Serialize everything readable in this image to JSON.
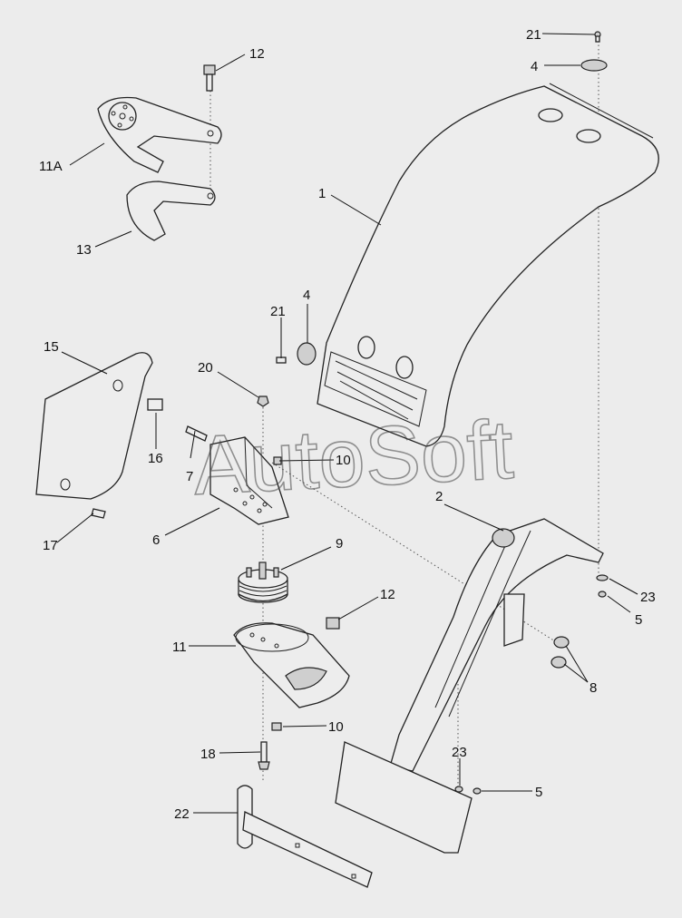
{
  "diagram": {
    "watermark": "AutoSoft",
    "callouts": [
      {
        "id": "c21a",
        "label": "21"
      },
      {
        "id": "c4a",
        "label": "4"
      },
      {
        "id": "c12a",
        "label": "12"
      },
      {
        "id": "c11A",
        "label": "11A"
      },
      {
        "id": "c1",
        "label": "1"
      },
      {
        "id": "c13",
        "label": "13"
      },
      {
        "id": "c21b",
        "label": "21"
      },
      {
        "id": "c4b",
        "label": "4"
      },
      {
        "id": "c15",
        "label": "15"
      },
      {
        "id": "c20",
        "label": "20"
      },
      {
        "id": "c16",
        "label": "16"
      },
      {
        "id": "c7",
        "label": "7"
      },
      {
        "id": "c10a",
        "label": "10"
      },
      {
        "id": "c2",
        "label": "2"
      },
      {
        "id": "c6",
        "label": "6"
      },
      {
        "id": "c17",
        "label": "17"
      },
      {
        "id": "c9",
        "label": "9"
      },
      {
        "id": "c23a",
        "label": "23"
      },
      {
        "id": "c5a",
        "label": "5"
      },
      {
        "id": "c12b",
        "label": "12"
      },
      {
        "id": "c11",
        "label": "11"
      },
      {
        "id": "c8",
        "label": "8"
      },
      {
        "id": "c10b",
        "label": "10"
      },
      {
        "id": "c18",
        "label": "18"
      },
      {
        "id": "c23b",
        "label": "23"
      },
      {
        "id": "c5b",
        "label": "5"
      },
      {
        "id": "c22",
        "label": "22"
      }
    ]
  }
}
